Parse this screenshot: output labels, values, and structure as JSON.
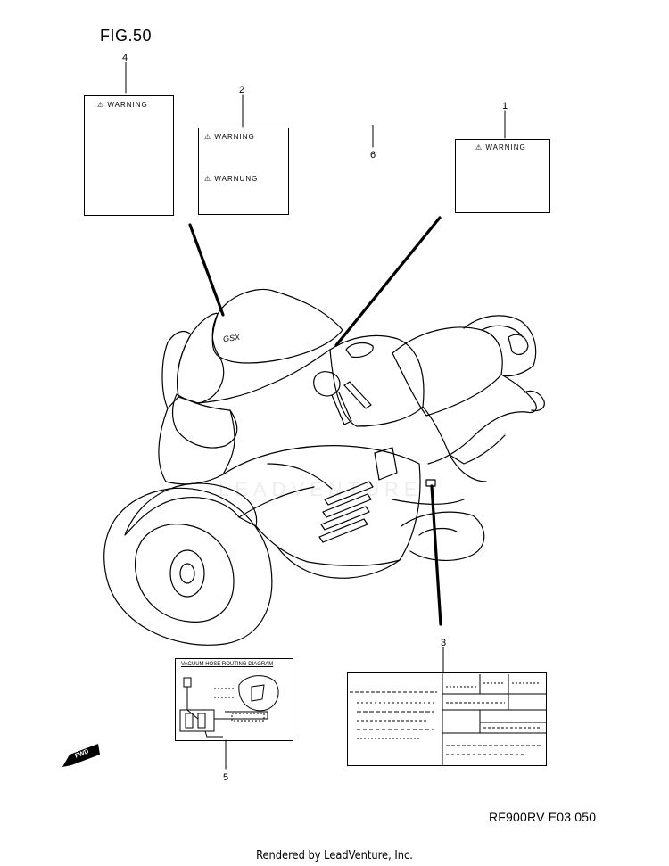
{
  "figure": {
    "title": "FIG.50"
  },
  "callouts": [
    {
      "number": "4",
      "label_heading": "WARNING"
    },
    {
      "number": "2",
      "label_heading": "WARNING",
      "label_heading_2": "WARNUNG"
    },
    {
      "number": "6"
    },
    {
      "number": "1",
      "label_heading": "WARNING"
    },
    {
      "number": "3"
    },
    {
      "number": "5",
      "label_heading": "VACUUM HOSE ROUTING DIAGRAM"
    }
  ],
  "tank_decal": "GSX",
  "fwd_arrow": "FWD",
  "part_code": "RF900RV E03  050",
  "watermark": "LEADVENTURE",
  "footer": "Rendered by LeadVenture, Inc."
}
